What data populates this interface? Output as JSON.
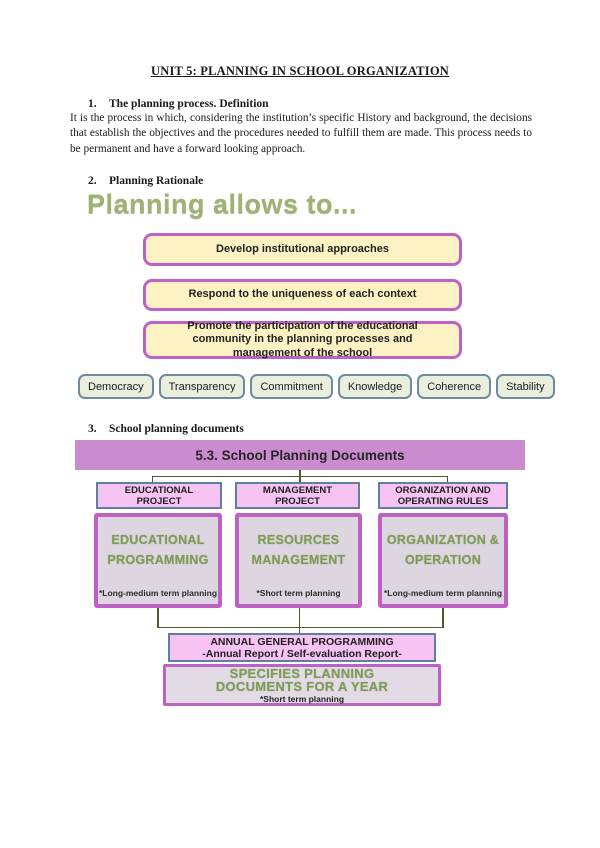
{
  "doc": {
    "title": "UNIT 5: PLANNING IN SCHOOL ORGANIZATION"
  },
  "sections": {
    "s1": {
      "number": "1.",
      "heading": "The planning process. Definition",
      "body": "It is the process in which, considering the institution’s specific History and background, the decisions that establish the objectives and the procedures needed to fulfill them are made. This process needs to be permanent and have a forward looking approach."
    },
    "s2": {
      "number": "2.",
      "heading": "Planning Rationale"
    },
    "s3": {
      "number": "3.",
      "heading": "School planning documents"
    }
  },
  "rationale": {
    "wordart_title": "Planning allows to...",
    "boxes": [
      "Develop institutional approaches",
      "Respond to the uniqueness of each context",
      "Promote the participation of the educational community in the planning processes and management of the school"
    ],
    "principles": [
      "Democracy",
      "Transparency",
      "Commitment",
      "Knowledge",
      "Coherence",
      "Stability"
    ]
  },
  "docs_diagram": {
    "banner": "5.3. School Planning Documents",
    "columns": [
      {
        "header": "EDUCATIONAL PROJECT",
        "title": "EDUCATIONAL PROGRAMMING",
        "note": "*Long-medium term planning"
      },
      {
        "header": "MANAGEMENT PROJECT",
        "title": "RESOURCES MANAGEMENT",
        "note": "*Short term planning"
      },
      {
        "header": "ORGANIZATION AND OPERATING RULES",
        "title": "ORGANIZATION & OPERATION",
        "note": "*Long-medium term planning"
      }
    ],
    "annual": {
      "line1": "ANNUAL GENERAL PROGRAMMING",
      "line2": "-Annual Report / Self-evaluation Report-"
    },
    "specifies": {
      "line1": "SPECIFIES PLANNING",
      "line2": "DOCUMENTS FOR A YEAR",
      "note": "*Short term planning"
    }
  },
  "colors": {
    "purple-border": "#bd62c4",
    "yellow-fill": "#fdf2c3",
    "chip-fill": "#e9eedd",
    "chip-border": "#7088a2",
    "banner-fill": "#ca8ccf",
    "pink-fill": "#f7c3f3",
    "steel-border": "#5f7f9e",
    "lavender-fill": "#ddd6e0",
    "lavender2-fill": "#e2dbe6",
    "green-text": "#7d9c53",
    "wordart-green": "#9cb373",
    "olive-line": "#54562f"
  }
}
